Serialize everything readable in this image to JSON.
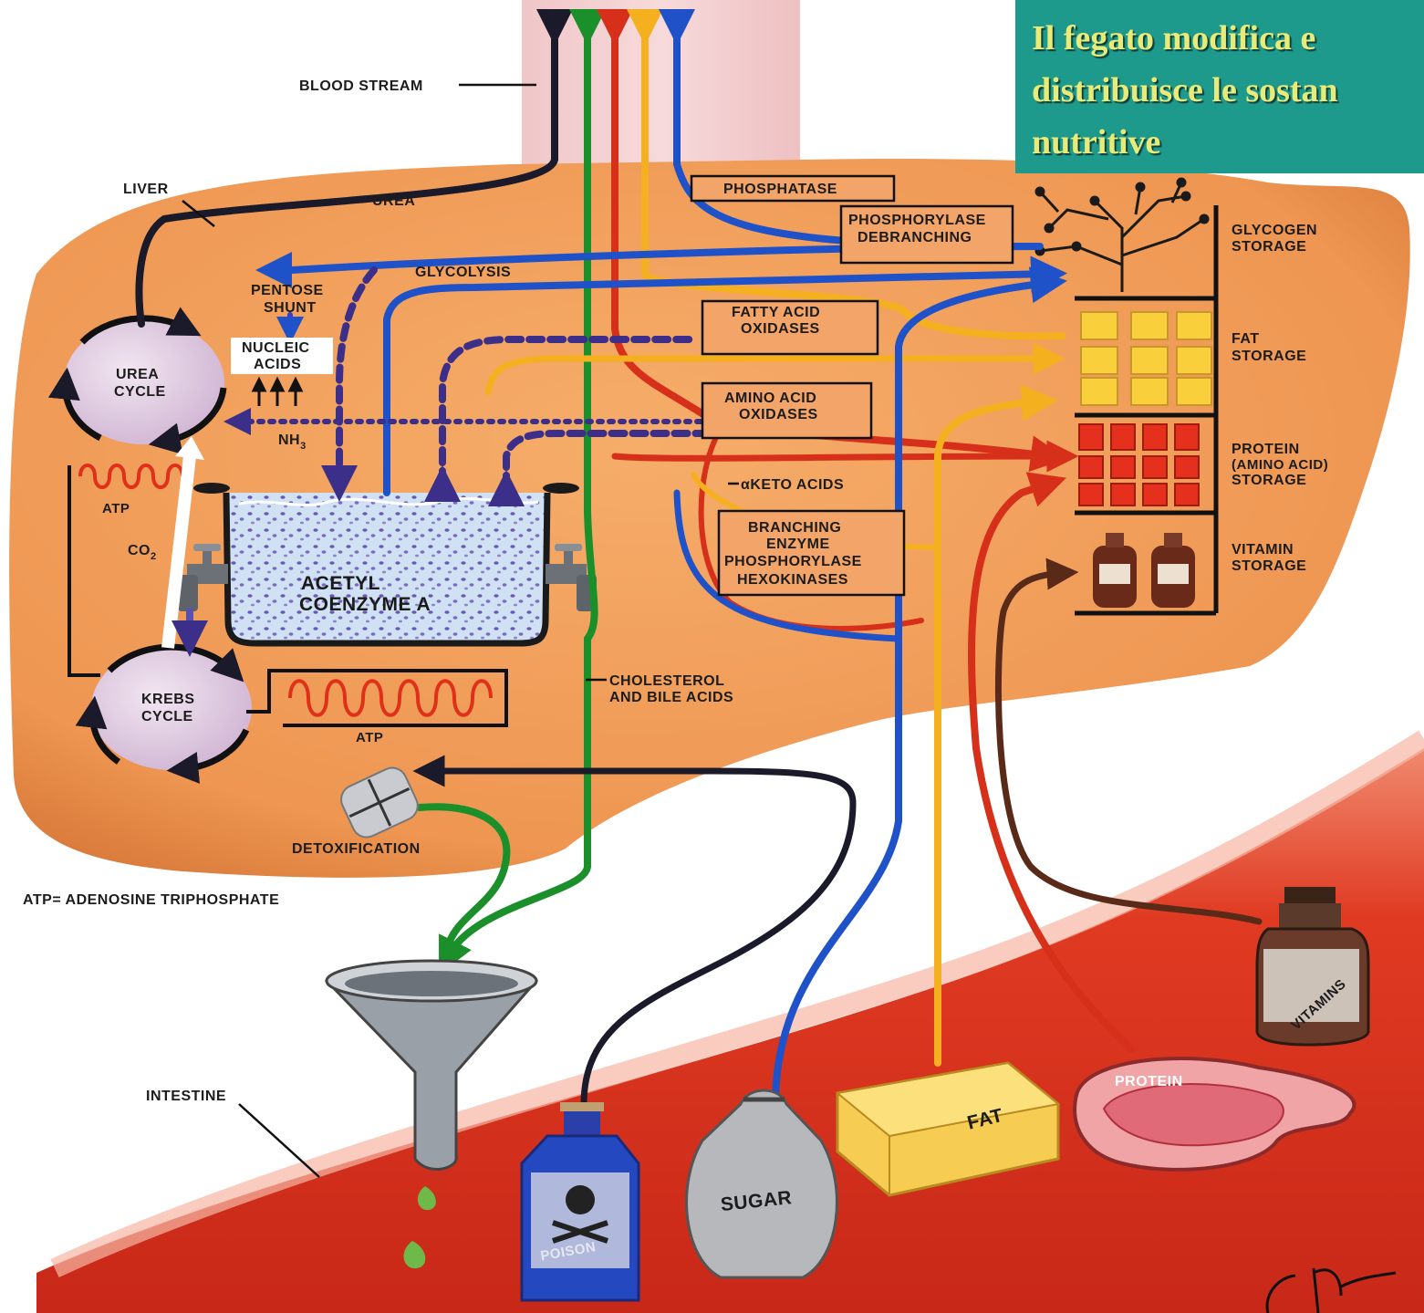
{
  "banner": {
    "line1": "Il fegato modifica e",
    "line2": "distribuisce le sostan",
    "line3": "nutritive"
  },
  "labels": {
    "blood_stream": "BLOOD STREAM",
    "liver": "LIVER",
    "urea": "UREA",
    "glycolysis": "GLYCOLYSIS",
    "pentose_l1": "PENTOSE",
    "pentose_l2": "SHUNT",
    "nucleic_l1": "NUCLEIC",
    "nucleic_l2": "ACIDS",
    "nh3": "NH",
    "nh3_sub": "3",
    "urea_cycle_l1": "UREA",
    "urea_cycle_l2": "CYCLE",
    "atp_top": "ATP",
    "co2": "CO",
    "co2_sub": "2",
    "acetyl_l1": "ACETYL",
    "acetyl_l2": "COENZYME A",
    "krebs_l1": "KREBS",
    "krebs_l2": "CYCLE",
    "atp_bottom": "ATP",
    "phosphatase": "PHOSPHATASE",
    "phosphorylase_l1": "PHOSPHORYLASE",
    "phosphorylase_l2": "DEBRANCHING",
    "fatty_l1": "FATTY ACID",
    "fatty_l2": "OXIDASES",
    "amino_l1": "AMINO ACID",
    "amino_l2": "OXIDASES",
    "keto": "αKETO ACIDS",
    "branching_l1": "BRANCHING",
    "branching_l2": "ENZYME",
    "branching_l3": "PHOSPHORYLASE",
    "branching_l4": "HEXOKINASES",
    "cholesterol_l1": "CHOLESTEROL",
    "cholesterol_l2": "AND BILE ACIDS",
    "glycogen_l1": "GLYCOGEN",
    "glycogen_l2": "STORAGE",
    "fat_storage_l1": "FAT",
    "fat_storage_l2": "STORAGE",
    "protein_storage_l1": "PROTEIN",
    "protein_storage_l2": "(AMINO ACID)",
    "protein_storage_l3": "STORAGE",
    "vitamin_l1": "VITAMIN",
    "vitamin_l2": "STORAGE",
    "detox": "DETOXIFICATION",
    "atp_def": "ATP= ADENOSINE TRIPHOSPHATE",
    "intestine": "INTESTINE",
    "poison": "POISON",
    "sugar": "SUGAR",
    "fat": "FAT",
    "protein": "PROTEIN",
    "vitamins": "VITAMINS"
  },
  "colors": {
    "liver": "#f09a58",
    "intestine": "#d8321c",
    "banner_bg": "#1e9a8c",
    "banner_text": "#e8eb7a",
    "blue_pathway": "#1f52c8",
    "green_pathway": "#1b8f2a",
    "red_pathway": "#d6301a",
    "yellow_pathway": "#f5b020",
    "dark_pathway": "#1a1a2a",
    "purple_dashed": "#3c2f8a",
    "brown_pathway": "#5a2a18"
  },
  "icons": {
    "funnel": "funnel-icon",
    "poison_bottle": "poison-bottle-icon",
    "sugar_bag": "sugar-bag-icon",
    "fat_block": "butter-icon",
    "protein_steak": "steak-icon",
    "vitamin_bottle": "vitamin-bottle-icon",
    "detox_pill": "pill-icon",
    "faucet": "faucet-icon"
  }
}
